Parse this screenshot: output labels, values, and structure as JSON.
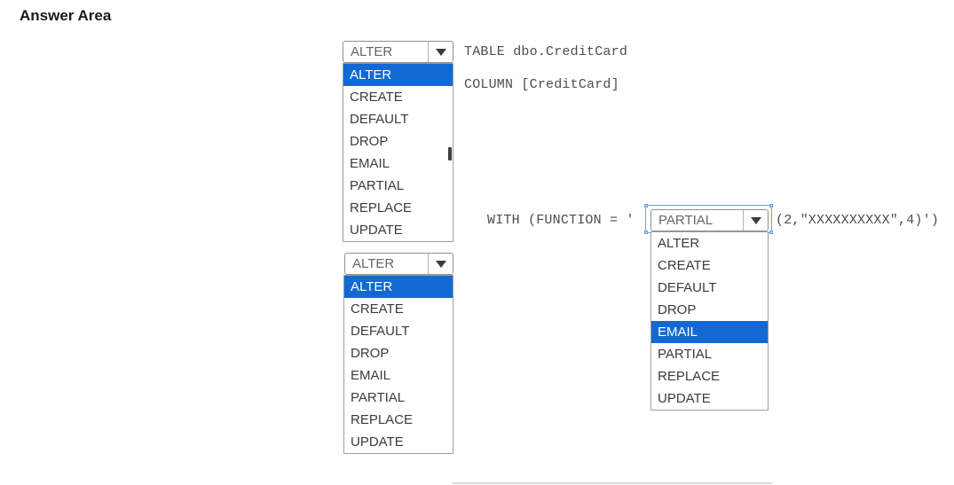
{
  "title": "Answer Area",
  "options": [
    "ALTER",
    "CREATE",
    "DEFAULT",
    "DROP",
    "EMAIL",
    "PARTIAL",
    "REPLACE",
    "UPDATE"
  ],
  "dropdown1": {
    "selected": "ALTER",
    "highlighted": "ALTER"
  },
  "dropdown2": {
    "selected": "ALTER",
    "highlighted": "ALTER"
  },
  "dropdown3": {
    "selected": "PARTIAL",
    "highlighted": "EMAIL"
  },
  "code": {
    "table_line": "TABLE dbo.CreditCard",
    "column_line": "COLUMN [CreditCard]",
    "with_clause": "WITH (FUNCTION = '",
    "function_args": "(2,\"XXXXXXXXXX\",4)')"
  },
  "colors": {
    "highlight": "#1368d4",
    "highlight_text": "#ffffff",
    "code_text": "#4d4d4d",
    "focus_border": "#6ba2d8"
  }
}
